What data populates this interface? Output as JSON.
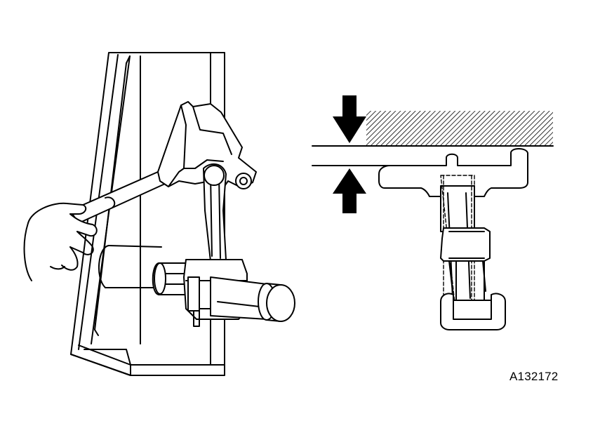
{
  "figure": {
    "code": "A132172",
    "line_color": "#000000",
    "background_color": "#ffffff",
    "left_view": "connecting-rod-on-alignment-tool",
    "right_view": "rod-bend-clearance-check",
    "icons": [
      "down-arrow-icon",
      "up-arrow-icon",
      "hand-icon"
    ]
  }
}
